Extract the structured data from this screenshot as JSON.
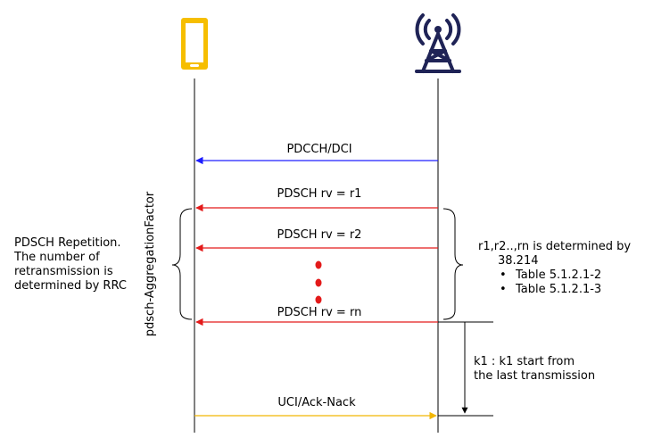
{
  "icons": {
    "ue": "mobile-phone-icon",
    "gnb": "cell-tower-icon"
  },
  "colors": {
    "dci": "#1d1dff",
    "pdsch": "#e31a1a",
    "ack": "#f2b705",
    "ue_icon": "#f6be00",
    "tower": "#1f2356"
  },
  "messages": {
    "dci": "PDCCH/DCI",
    "pdsch_1": "PDSCH rv = r1",
    "pdsch_2": "PDSCH rv = r2",
    "pdsch_n": "PDSCH rv = rn",
    "ack": "UCI/Ack-Nack"
  },
  "brace_label": "pdsch-AggregationFactor",
  "left_note": [
    "PDSCH Repetition.",
    "The number of",
    "retransmission is",
    "determined by RRC"
  ],
  "right_note": {
    "line1": "r1,r2..,rn is determined by",
    "line2": "38.214",
    "bullets": [
      "Table 5.1.2.1-2",
      "Table 5.1.2.1-3"
    ]
  },
  "k1_note": [
    "k1 : k1 start from",
    "the last transmission"
  ]
}
